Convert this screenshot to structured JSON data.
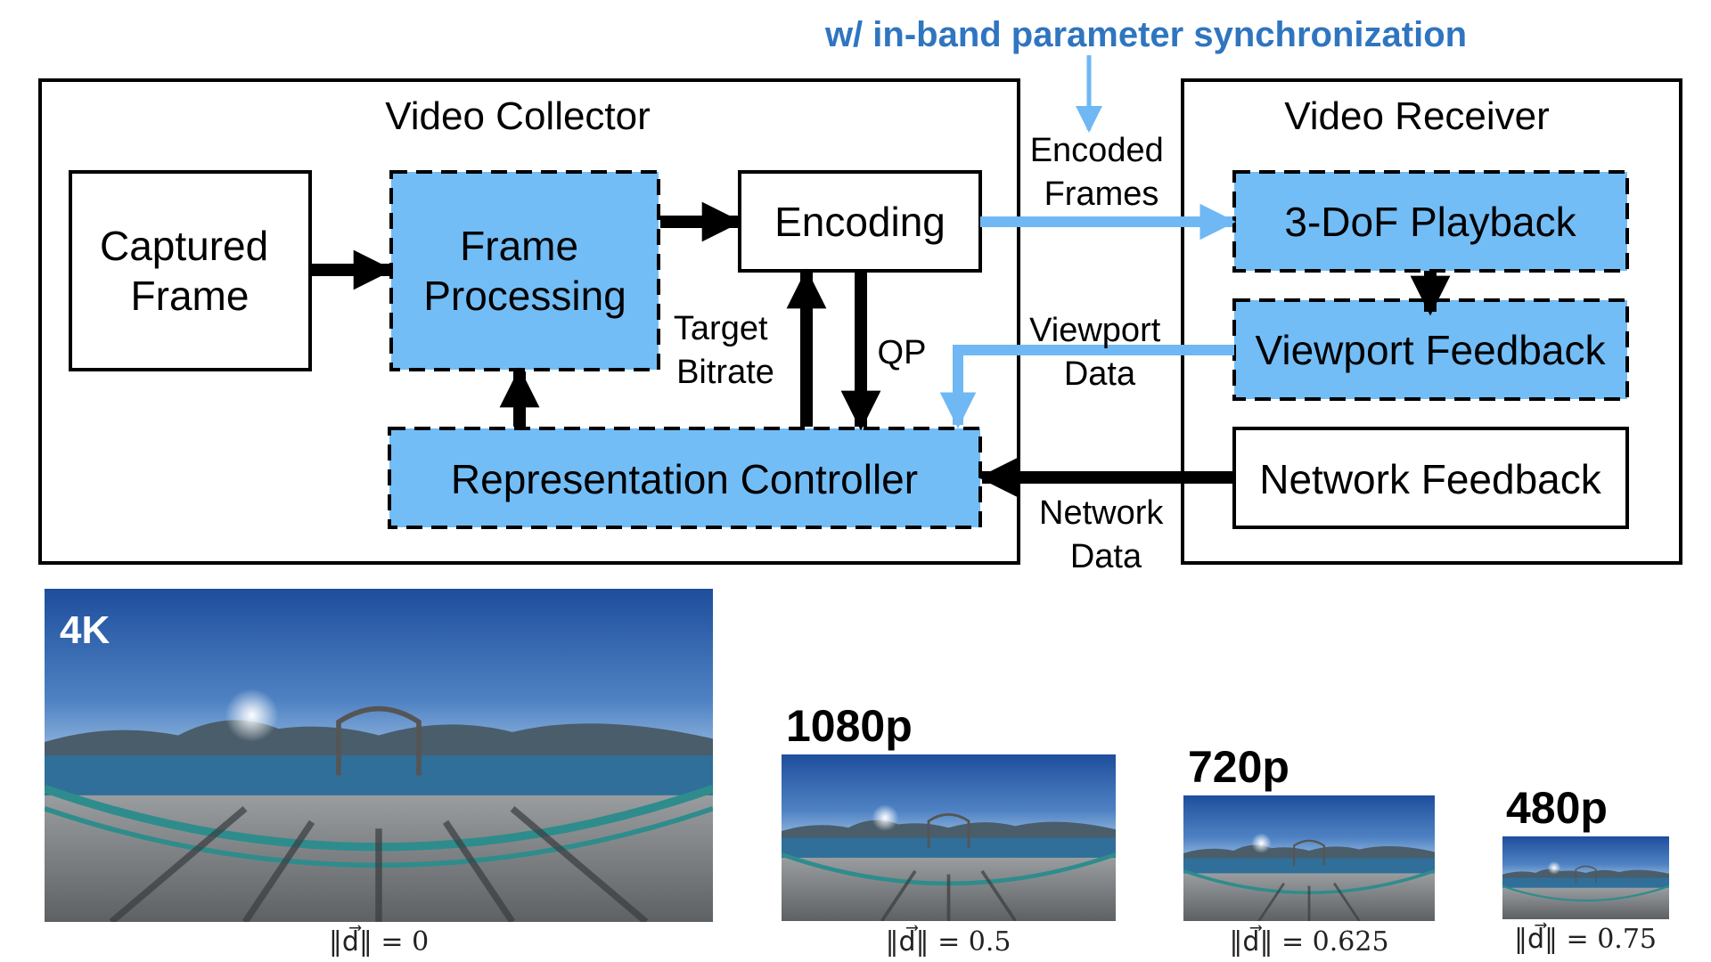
{
  "diagram": {
    "annotation": "w/ in-band parameter synchronization",
    "collector": {
      "title": "Video Collector",
      "captured_frame": [
        "Captured",
        "Frame"
      ],
      "frame_processing": [
        "Frame",
        "Processing"
      ],
      "encoding": "Encoding",
      "representation_controller": "Representation Controller",
      "target_bitrate": [
        "Target",
        "Bitrate"
      ],
      "qp": "QP"
    },
    "receiver": {
      "title": "Video Receiver",
      "playback": "3-DoF Playback",
      "viewport_feedback": "Viewport Feedback",
      "network_feedback": "Network Feedback"
    },
    "links": {
      "encoded_frames": [
        "Encoded",
        "Frames"
      ],
      "viewport_data": [
        "Viewport",
        "Data"
      ],
      "network_data": [
        "Network",
        "Data"
      ]
    }
  },
  "colors": {
    "box_fill": "#73bdf6",
    "link_blue": "#6fb8f4",
    "annotation_blue": "#2f75c0"
  },
  "resolutions": [
    {
      "label": "4K",
      "metric": "‖d⃗‖ = 0"
    },
    {
      "label": "1080p",
      "metric": "‖d⃗‖ = 0.5"
    },
    {
      "label": "720p",
      "metric": "‖d⃗‖ = 0.625"
    },
    {
      "label": "480p",
      "metric": "‖d⃗‖ = 0.75"
    }
  ]
}
